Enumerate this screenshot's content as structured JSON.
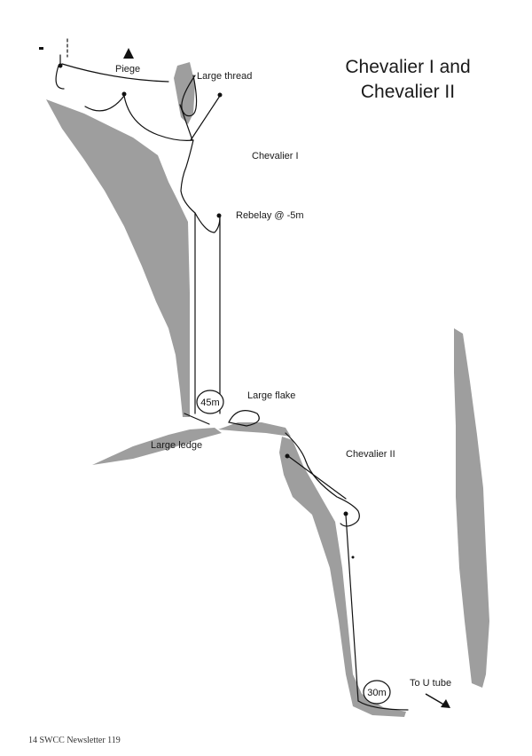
{
  "title": {
    "line1": "Chevalier I and",
    "line2": "Chevalier II"
  },
  "labels": {
    "piege": "Piege",
    "large_thread": "Large thread",
    "chevalier_1": "Chevalier I",
    "rebelay": "Rebelay @ -5m",
    "large_flake": "Large flake",
    "large_ledge": "Large ledge",
    "chevalier_2": "Chevalier II",
    "to_u_tube": "To U tube"
  },
  "pitches": {
    "pitch_1": "45m",
    "pitch_2": "30m"
  },
  "footer": "14 SWCC Newsletter 119",
  "colors": {
    "rock": "#9e9e9e",
    "rope": "#111111"
  }
}
